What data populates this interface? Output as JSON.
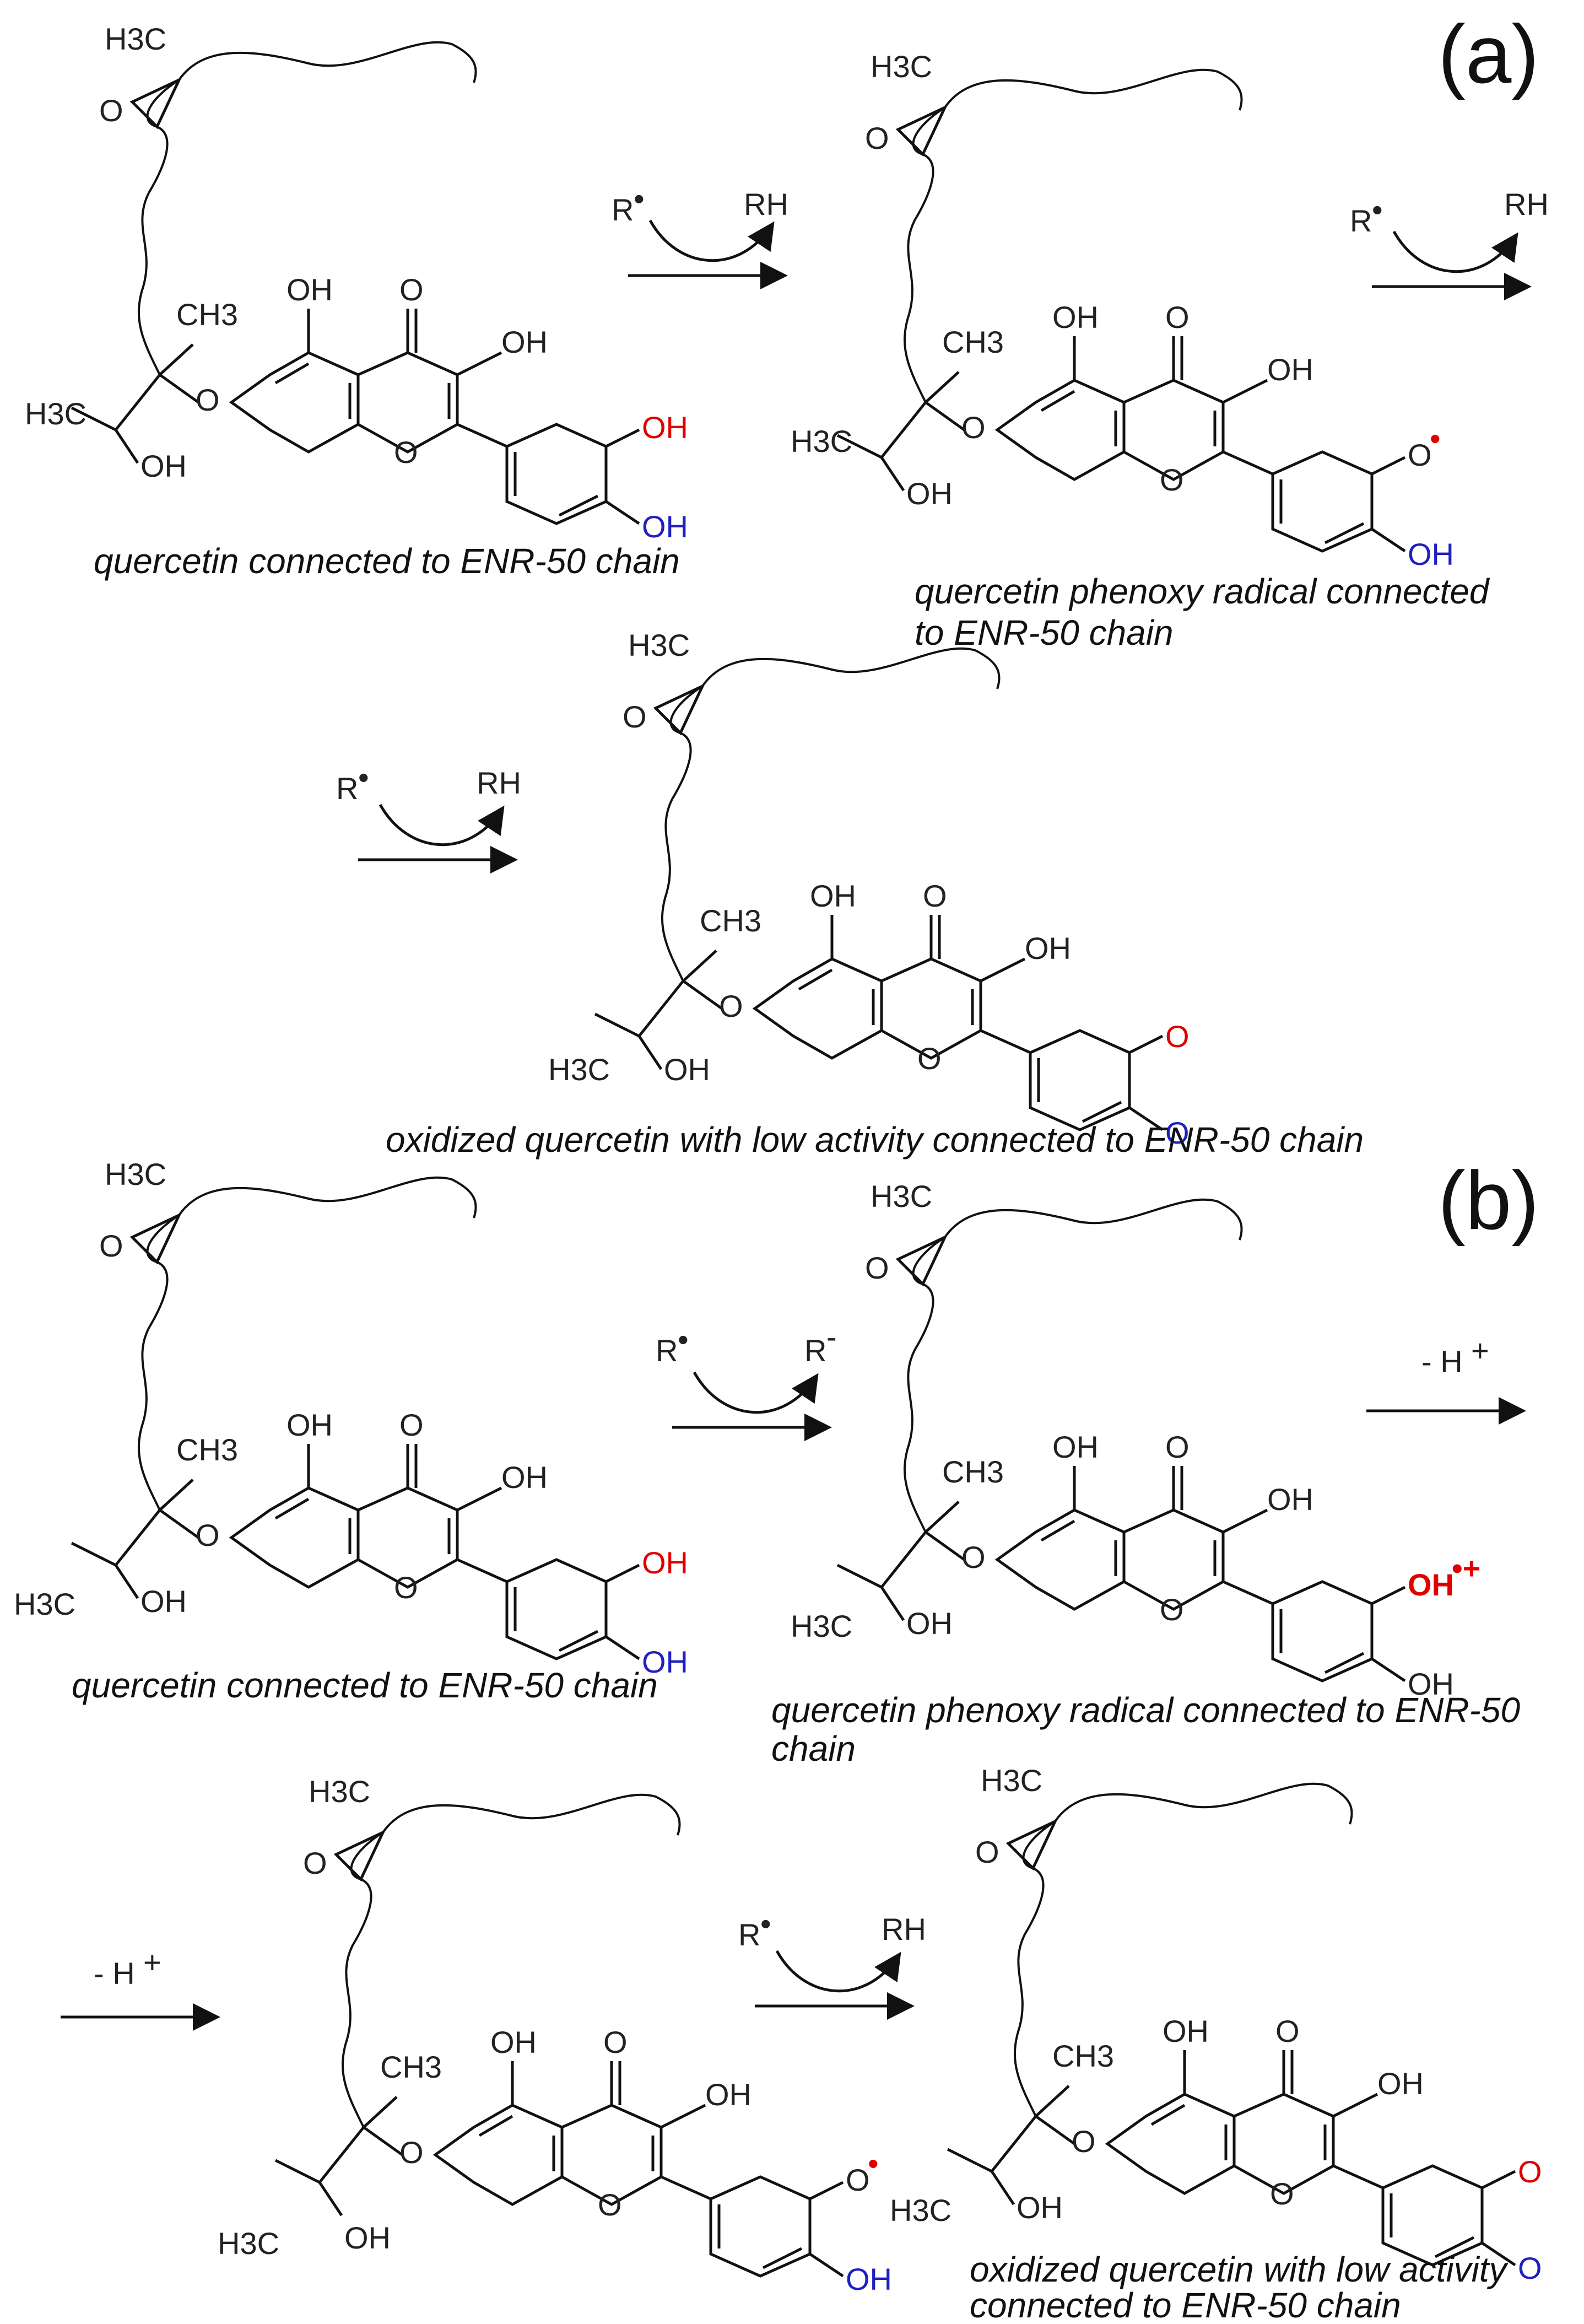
{
  "panels": {
    "a": "(a)",
    "b": "(b)"
  },
  "labels": {
    "me": "H3C",
    "ch3": "CH3",
    "hc": "H3C",
    "oh": "OH",
    "o": "O",
    "r_rad": "R",
    "rh": "RH",
    "r_minus": "R",
    "minus_h": "- H",
    "plus": "+",
    "radical_dot": "•",
    "cation": "•+",
    "anion": "-"
  },
  "captions": {
    "a1": "quercetin connected to ENR-50 chain",
    "a2_line1": "quercetin phenoxy radical connected",
    "a2_line2": "to ENR-50 chain",
    "a3": "oxidized quercetin with low activity connected to ENR-50 chain",
    "b1": "quercetin connected to ENR-50 chain",
    "b2_line1": "quercetin phenoxy radical connected to ENR-50",
    "b2_line2": "chain",
    "b4_line1": "oxidized quercetin with low activity",
    "b4_line2": "connected to ENR-50 chain"
  },
  "colors": {
    "red": "#e00000",
    "blue": "#2020c0",
    "ink": "#111111"
  }
}
